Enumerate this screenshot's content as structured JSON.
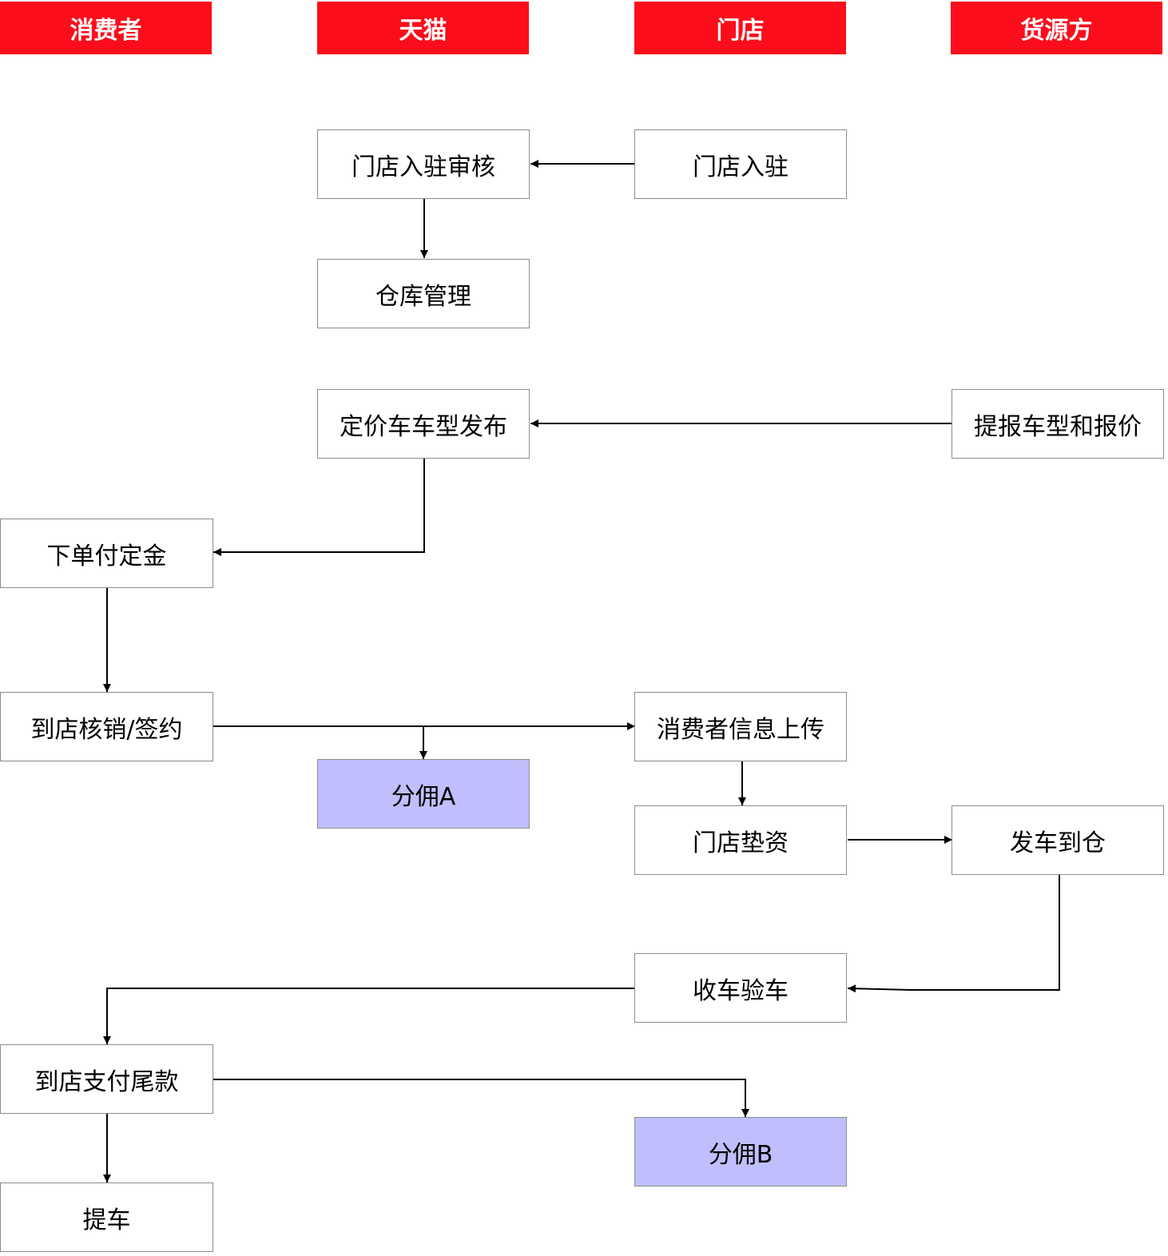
{
  "colors": {
    "lane_header_bg": "#fc0d1b",
    "lane_header_text": "#ffffff",
    "node_bg": "#ffffff",
    "highlight_bg": "#bfbffd",
    "node_border": "#8c8c8c",
    "edge": "#000000"
  },
  "lanes": [
    {
      "id": "consumer",
      "label": "消费者"
    },
    {
      "id": "tmall",
      "label": "天猫"
    },
    {
      "id": "store",
      "label": "门店"
    },
    {
      "id": "supplier",
      "label": "货源方"
    }
  ],
  "nodes": {
    "store_review": {
      "label": "门店入驻审核",
      "lane": "tmall"
    },
    "store_join": {
      "label": "门店入驻",
      "lane": "store"
    },
    "warehouse": {
      "label": "仓库管理",
      "lane": "tmall"
    },
    "price_publish": {
      "label": "定价车车型发布",
      "lane": "tmall"
    },
    "quote": {
      "label": "提报车型和报价",
      "lane": "supplier"
    },
    "deposit": {
      "label": "下单付定金",
      "lane": "consumer"
    },
    "verify_sign": {
      "label": "到店核销/签约",
      "lane": "consumer"
    },
    "commission_a": {
      "label": "分佣A",
      "lane": "tmall",
      "highlight": true
    },
    "info_upload": {
      "label": "消费者信息上传",
      "lane": "store"
    },
    "store_advance": {
      "label": "门店垫资",
      "lane": "store"
    },
    "ship": {
      "label": "发车到仓",
      "lane": "supplier"
    },
    "receive": {
      "label": "收车验车",
      "lane": "store"
    },
    "final_pay": {
      "label": "到店支付尾款",
      "lane": "consumer"
    },
    "commission_b": {
      "label": "分佣B",
      "lane": "store",
      "highlight": true
    },
    "pickup": {
      "label": "提车",
      "lane": "consumer"
    }
  },
  "edges": [
    {
      "from": "store_join",
      "to": "store_review"
    },
    {
      "from": "store_review",
      "to": "warehouse"
    },
    {
      "from": "quote",
      "to": "price_publish"
    },
    {
      "from": "price_publish",
      "to": "deposit"
    },
    {
      "from": "deposit",
      "to": "verify_sign"
    },
    {
      "from": "verify_sign",
      "to": "info_upload"
    },
    {
      "from": "verify_sign",
      "to": "commission_a"
    },
    {
      "from": "info_upload",
      "to": "store_advance"
    },
    {
      "from": "store_advance",
      "to": "ship"
    },
    {
      "from": "ship",
      "to": "receive"
    },
    {
      "from": "receive",
      "to": "final_pay"
    },
    {
      "from": "final_pay",
      "to": "commission_b"
    },
    {
      "from": "final_pay",
      "to": "pickup"
    }
  ]
}
